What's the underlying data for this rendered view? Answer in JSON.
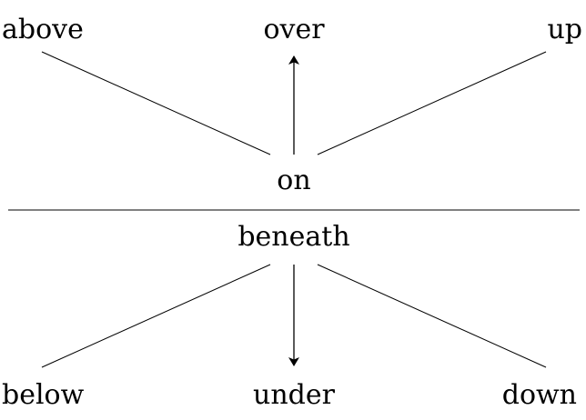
{
  "words": {
    "above": "above",
    "over": "over",
    "up": "up",
    "on": "on",
    "beneath": "beneath",
    "below": "below",
    "under": "under",
    "down": "down"
  },
  "colors": {
    "ink": "#000000",
    "background": "#ffffff"
  }
}
